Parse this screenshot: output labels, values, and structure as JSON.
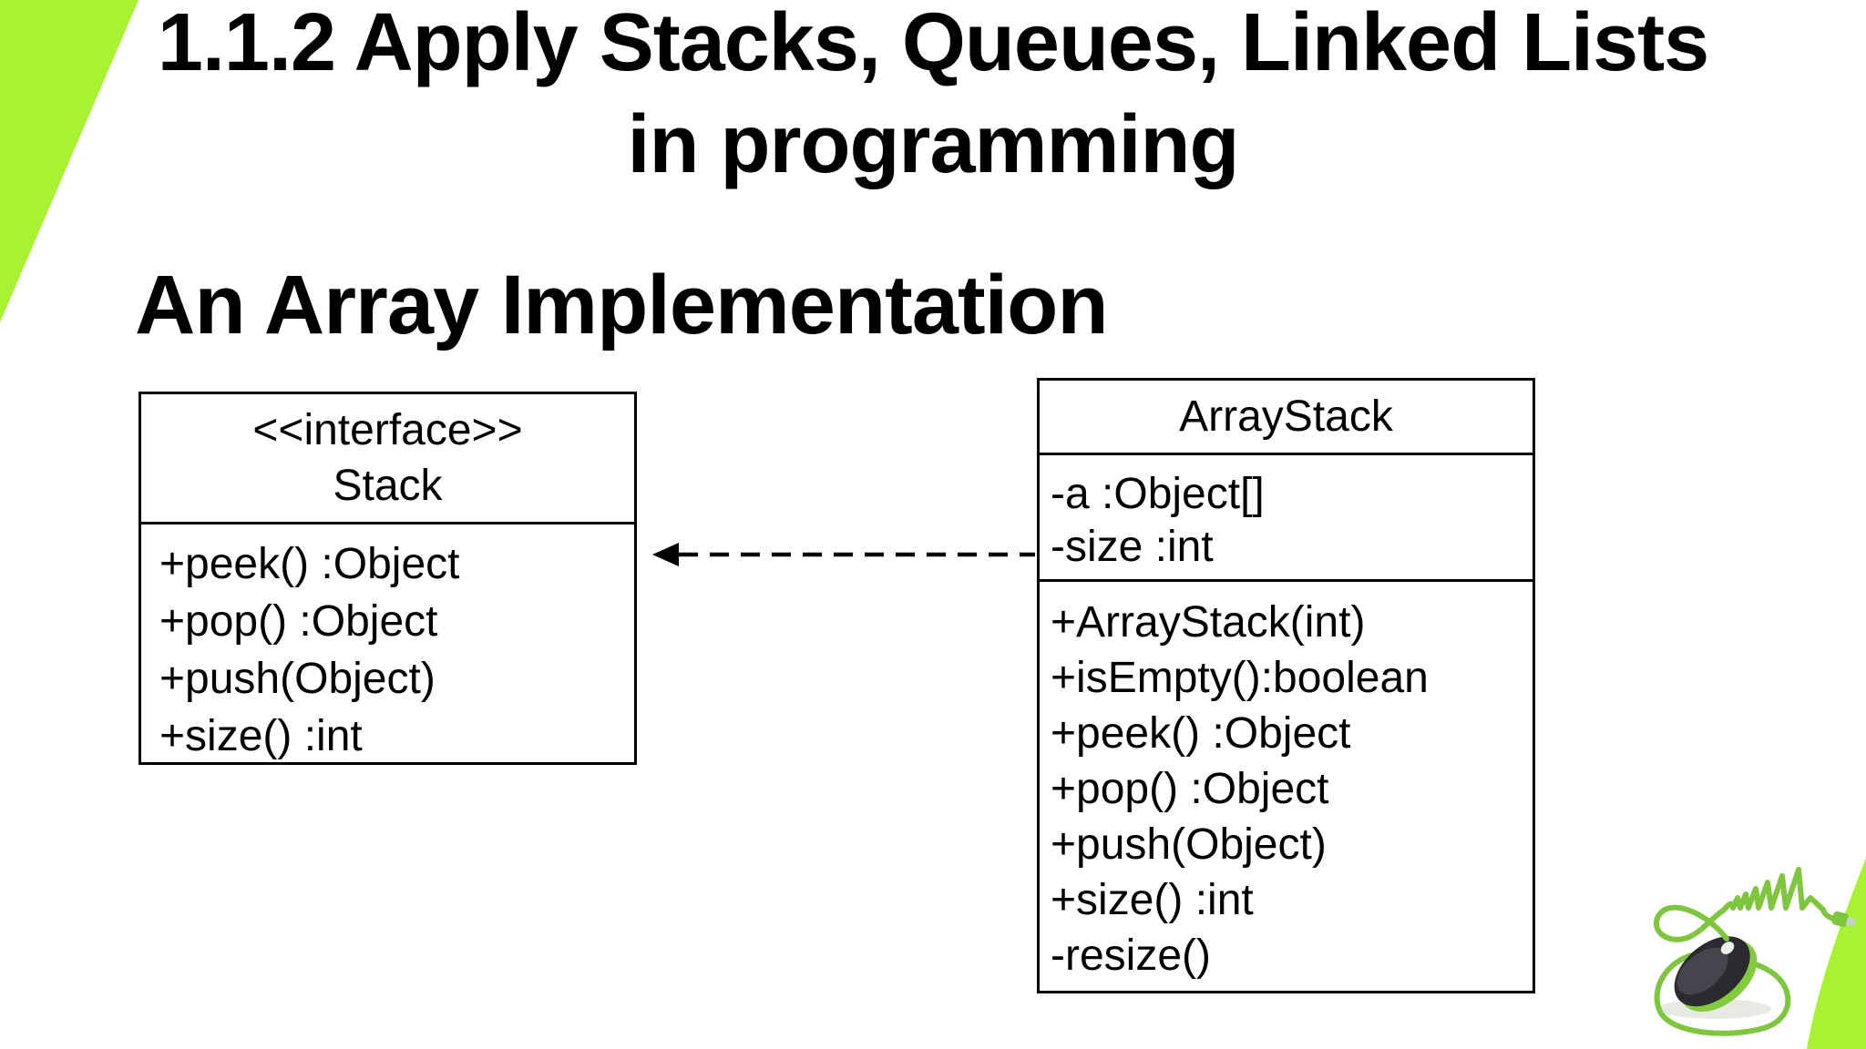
{
  "slide": {
    "title_line1": "1.1.2 Apply Stacks, Queues, Linked Lists",
    "title_line2": "in programming",
    "heading": "An Array Implementation"
  },
  "diagram": {
    "stack_interface": {
      "stereotype": "<<interface>>",
      "name": "Stack",
      "methods": [
        "+peek() :Object",
        "+pop() :Object",
        "+push(Object)",
        "+size() :int"
      ]
    },
    "array_stack": {
      "name": "ArrayStack",
      "attributes": [
        "-a :Object[]",
        "-size :int"
      ],
      "methods": [
        "+ArrayStack(int)",
        "+isEmpty():boolean",
        "+peek() :Object",
        "+pop() :Object",
        "+push(Object)",
        "+size() :int",
        "-resize()"
      ]
    },
    "relationship": {
      "type": "realization",
      "style": "dashed-arrow",
      "from": "ArrayStack",
      "to": "Stack"
    }
  },
  "colors": {
    "accent_green": "#a8f233",
    "cable_green": "#7dc63e",
    "mouse_body": "#2a2a2f",
    "text": "#000000",
    "border": "#000000",
    "background": "#ffffff"
  },
  "logo": {
    "description": "mouse-with-cable-drawing-a-chart"
  }
}
